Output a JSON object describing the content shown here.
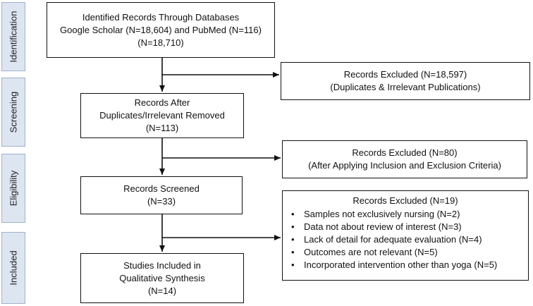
{
  "phases": [
    "Identification",
    "Screening",
    "Eligibility",
    "Included"
  ],
  "main_boxes": [
    {
      "lines": [
        "Identified Records Through Databases",
        "Google Scholar (N=18,604) and PubMed (N=116)",
        "(N=18,710)"
      ]
    },
    {
      "lines": [
        "Records After",
        "Duplicates/Irrelevant Removed",
        "(N=113)"
      ]
    },
    {
      "lines": [
        "Records Screened",
        "(N=33)"
      ]
    },
    {
      "lines": [
        "Studies Included in",
        "Qualitative Synthesis",
        "(N=14)"
      ]
    }
  ],
  "excluded_boxes": [
    {
      "lines": [
        "Records Excluded (N=18,597)",
        "(Duplicates & Irrelevant Publications)"
      ]
    },
    {
      "lines": [
        "Records Excluded (N=80)",
        "(After Applying Inclusion and Exclusion Criteria)"
      ]
    },
    {
      "heading": "Records Excluded (N=19)",
      "bullets": [
        "Samples not exclusively nursing (N=2)",
        "Data not about review of interest (N=3)",
        "Lack of detail for adequate evaluation (N=4)",
        "Outcomes are not relevant (N=5)",
        "Incorporated intervention other than yoga (N=5)"
      ]
    }
  ],
  "colors": {
    "phase_fill": "#dde5f1",
    "phase_border": "#9fb1cc",
    "line": "#111111"
  }
}
